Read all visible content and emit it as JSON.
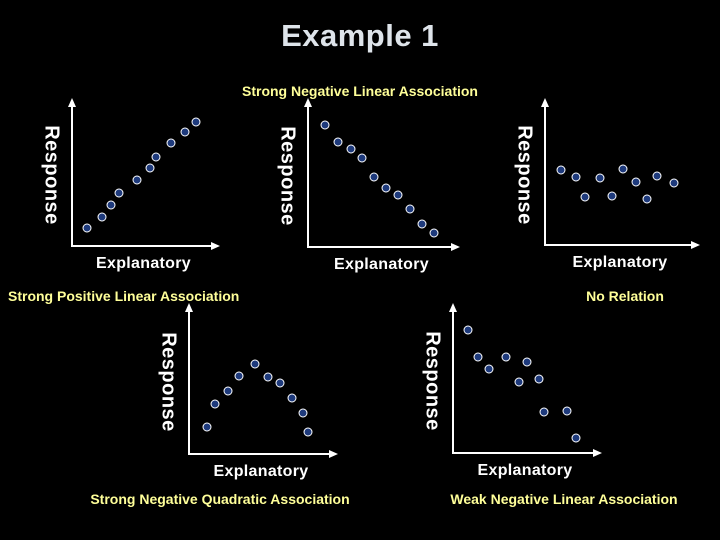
{
  "slide": {
    "title": "Example 1",
    "colors": {
      "background": "#000000",
      "title": "#DEE4EA",
      "caption": "#FFFF99",
      "axis": "#FFFFFF",
      "point_fill": "#1E3A7C",
      "point_ring": "#FFFFFF"
    }
  },
  "chart_data": [
    {
      "type": "scatter",
      "title": "Strong Positive Linear Association",
      "xlabel": "Explanatory",
      "ylabel": "Response",
      "xlim": [
        0,
        100
      ],
      "ylim": [
        0,
        100
      ],
      "grid": false,
      "legend": false,
      "axes_arrows": true,
      "points": [
        [
          10.5,
          12.7
        ],
        [
          21.0,
          20.4
        ],
        [
          27.3,
          28.9
        ],
        [
          32.9,
          37.3
        ],
        [
          45.5,
          46.5
        ],
        [
          54.5,
          54.9
        ],
        [
          58.7,
          62.7
        ],
        [
          69.2,
          72.5
        ],
        [
          79.0,
          80.3
        ],
        [
          86.7,
          87.3
        ]
      ]
    },
    {
      "type": "scatter",
      "title": "Strong Negative Linear Association",
      "xlabel": "Explanatory",
      "ylabel": "Response",
      "xlim": [
        0,
        100
      ],
      "ylim": [
        0,
        100
      ],
      "grid": false,
      "legend": false,
      "axes_arrows": true,
      "points": [
        [
          11.6,
          85.3
        ],
        [
          20.4,
          73.4
        ],
        [
          29.3,
          68.5
        ],
        [
          36.7,
          62.2
        ],
        [
          44.9,
          49.0
        ],
        [
          53.1,
          41.3
        ],
        [
          61.2,
          36.4
        ],
        [
          69.4,
          26.6
        ],
        [
          77.6,
          16.1
        ],
        [
          85.7,
          9.8
        ]
      ]
    },
    {
      "type": "scatter",
      "title": "No Relation",
      "xlabel": "Explanatory",
      "ylabel": "Response",
      "xlim": [
        0,
        100
      ],
      "ylim": [
        0,
        100
      ],
      "grid": false,
      "legend": false,
      "axes_arrows": true,
      "points": [
        [
          10.7,
          53.1
        ],
        [
          20.7,
          48.3
        ],
        [
          26.7,
          34.3
        ],
        [
          36.7,
          47.6
        ],
        [
          44.7,
          35.0
        ],
        [
          52.0,
          53.8
        ],
        [
          60.7,
          44.8
        ],
        [
          68.0,
          32.9
        ],
        [
          74.7,
          49.0
        ],
        [
          86.0,
          44.1
        ]
      ]
    },
    {
      "type": "scatter",
      "title": "Strong Negative Quadratic Association",
      "xlabel": "Explanatory",
      "ylabel": "Response",
      "xlim": [
        0,
        100
      ],
      "ylim": [
        0,
        100
      ],
      "grid": false,
      "legend": false,
      "axes_arrows": true,
      "points": [
        [
          12.5,
          18.6
        ],
        [
          18.1,
          34.5
        ],
        [
          27.1,
          43.4
        ],
        [
          34.7,
          53.8
        ],
        [
          45.8,
          62.1
        ],
        [
          54.9,
          53.1
        ],
        [
          63.2,
          49.0
        ],
        [
          71.5,
          38.6
        ],
        [
          79.2,
          28.3
        ],
        [
          82.6,
          15.2
        ]
      ]
    },
    {
      "type": "scatter",
      "title": "Weak Negative Linear Association",
      "xlabel": "Explanatory",
      "ylabel": "Response",
      "xlim": [
        0,
        100
      ],
      "ylim": [
        0,
        100
      ],
      "grid": false,
      "legend": false,
      "axes_arrows": true,
      "points": [
        [
          10.4,
          85.4
        ],
        [
          17.4,
          66.7
        ],
        [
          25.0,
          58.3
        ],
        [
          36.8,
          66.7
        ],
        [
          45.8,
          49.3
        ],
        [
          51.4,
          63.2
        ],
        [
          59.7,
          51.4
        ],
        [
          63.2,
          28.5
        ],
        [
          79.2,
          29.2
        ],
        [
          85.4,
          10.4
        ]
      ]
    }
  ]
}
